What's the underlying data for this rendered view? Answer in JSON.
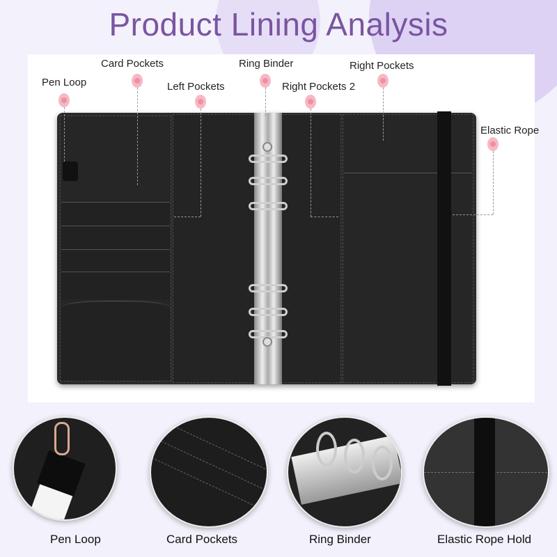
{
  "title": "Product Lining Analysis",
  "callouts": {
    "pen_loop": "Pen Loop",
    "card_pockets": "Card Pockets",
    "left_pockets": "Left Pockets",
    "ring_binder": "Ring Binder",
    "right_pockets_2": "Right Pockets 2",
    "right_pockets": "Right Pockets",
    "elastic_rope": "Elastic Rope"
  },
  "details": [
    {
      "caption": "Pen Loop"
    },
    {
      "caption": "Card Pockets"
    },
    {
      "caption": "Ring Binder"
    },
    {
      "caption": "Elastic Rope Hold"
    }
  ],
  "colors": {
    "title": "#7a55a0",
    "dot": "#ef8fa2",
    "binder": "#2b2b2b"
  }
}
